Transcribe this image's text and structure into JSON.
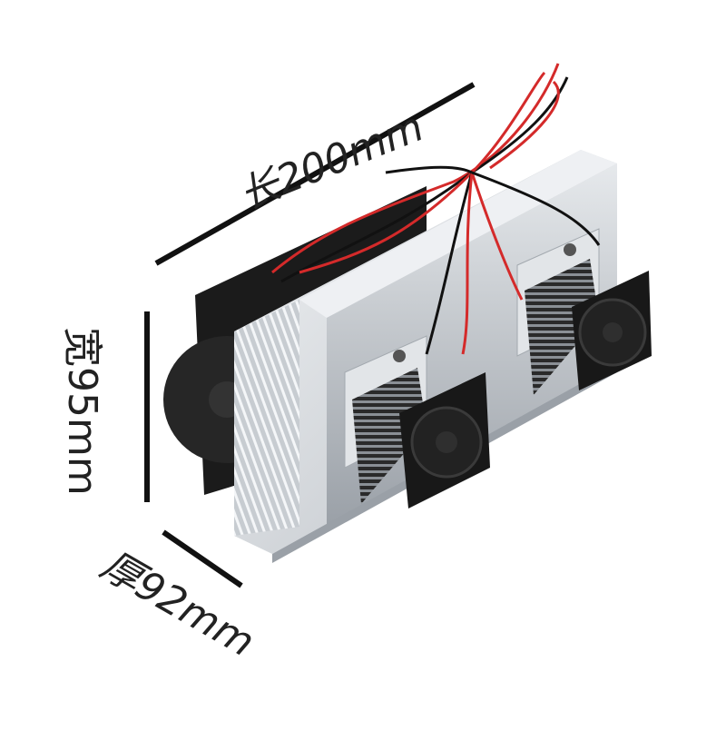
{
  "dimensions": {
    "length": "长200mm",
    "width": "宽95mm",
    "depth": "厚92mm"
  },
  "colors": {
    "aluminum": "#d9dde2",
    "aluminum_shadow": "#a9afb6",
    "fan_black": "#1b1b1b",
    "wire_red": "#d42a2a",
    "wire_black": "#111111",
    "dimension_line": "#111111"
  }
}
